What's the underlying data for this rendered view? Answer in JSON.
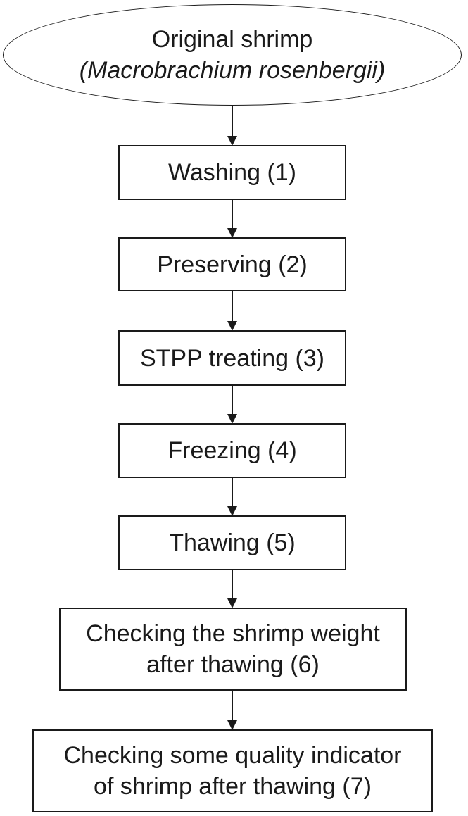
{
  "start": {
    "line1": "Original shrimp",
    "line2": "(Macrobrachium rosenbergii)"
  },
  "steps": [
    {
      "lines": [
        "Washing (1)"
      ]
    },
    {
      "lines": [
        "Preserving (2)"
      ]
    },
    {
      "lines": [
        "STPP treating (3)"
      ]
    },
    {
      "lines": [
        "Freezing (4)"
      ]
    },
    {
      "lines": [
        "Thawing (5)"
      ]
    },
    {
      "lines": [
        "Checking the shrimp weight",
        "after thawing (6)"
      ]
    },
    {
      "lines": [
        "Checking some quality indicator",
        "of shrimp after thawing (7)"
      ]
    }
  ]
}
